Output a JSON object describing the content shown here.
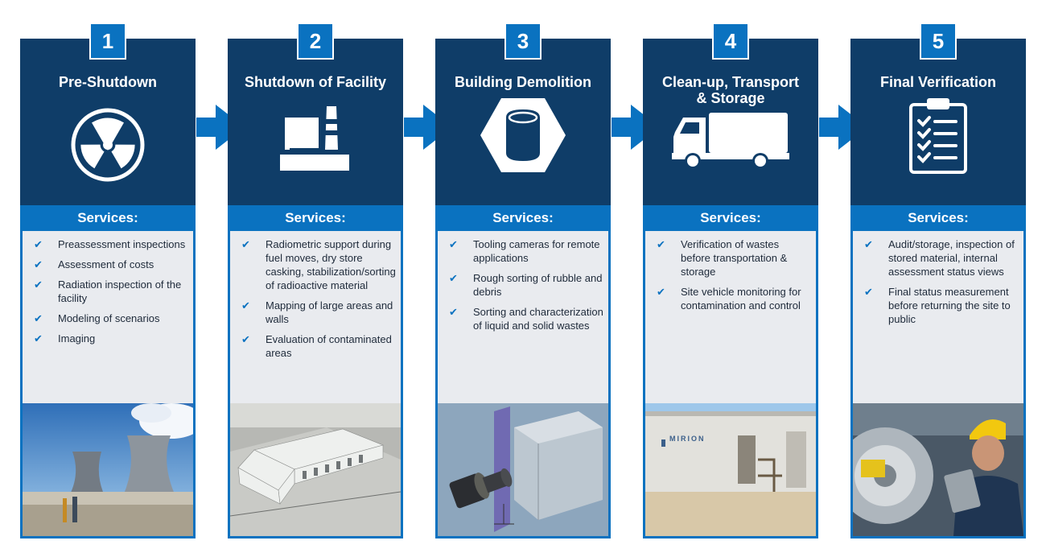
{
  "services_label": "Services:",
  "stages": [
    {
      "number": "1",
      "title": "Pre-Shutdown",
      "icon": "radiation-icon",
      "services": [
        "Preassessment inspections",
        "Assessment of costs",
        "Radiation inspection of the facility",
        "Modeling of scenarios",
        "Imaging"
      ],
      "photo": "cooling-towers-photo"
    },
    {
      "number": "2",
      "title": "Shutdown of Facility",
      "icon": "facility-icon",
      "services": [
        "Radiometric support during fuel moves, dry store casking, stabilization/sorting of radioactive material",
        "Mapping of large areas and walls",
        "Evaluation of contaminated areas"
      ],
      "photo": "dry-cask-storage-photo"
    },
    {
      "number": "3",
      "title": "Building Demolition",
      "icon": "barrel-icon",
      "services": [
        "Tooling cameras for remote applications",
        "Rough sorting of rubble and debris",
        "Sorting and characterization of liquid and solid wastes"
      ],
      "photo": "camera-model-render"
    },
    {
      "number": "4",
      "title_line1": "Clean-up, Transport",
      "title_line2": "& Storage",
      "icon": "truck-icon",
      "services": [
        "Verification of wastes before transportation & storage",
        "Site vehicle monitoring for contamination and control"
      ],
      "photo": "mirion-trailer-photo",
      "photo_text": "MIRION"
    },
    {
      "number": "5",
      "title": "Final Verification",
      "icon": "clipboard-checklist-icon",
      "services": [
        "Audit/storage, inspection of stored material, internal assessment status views",
        "Final status measurement before returning the site to public"
      ],
      "photo": "worker-with-tablet-photo"
    }
  ],
  "colors": {
    "navy": "#0f3d68",
    "blue": "#0a72c0",
    "list_bg": "#e9ebef",
    "text": "#1e2a3a"
  }
}
